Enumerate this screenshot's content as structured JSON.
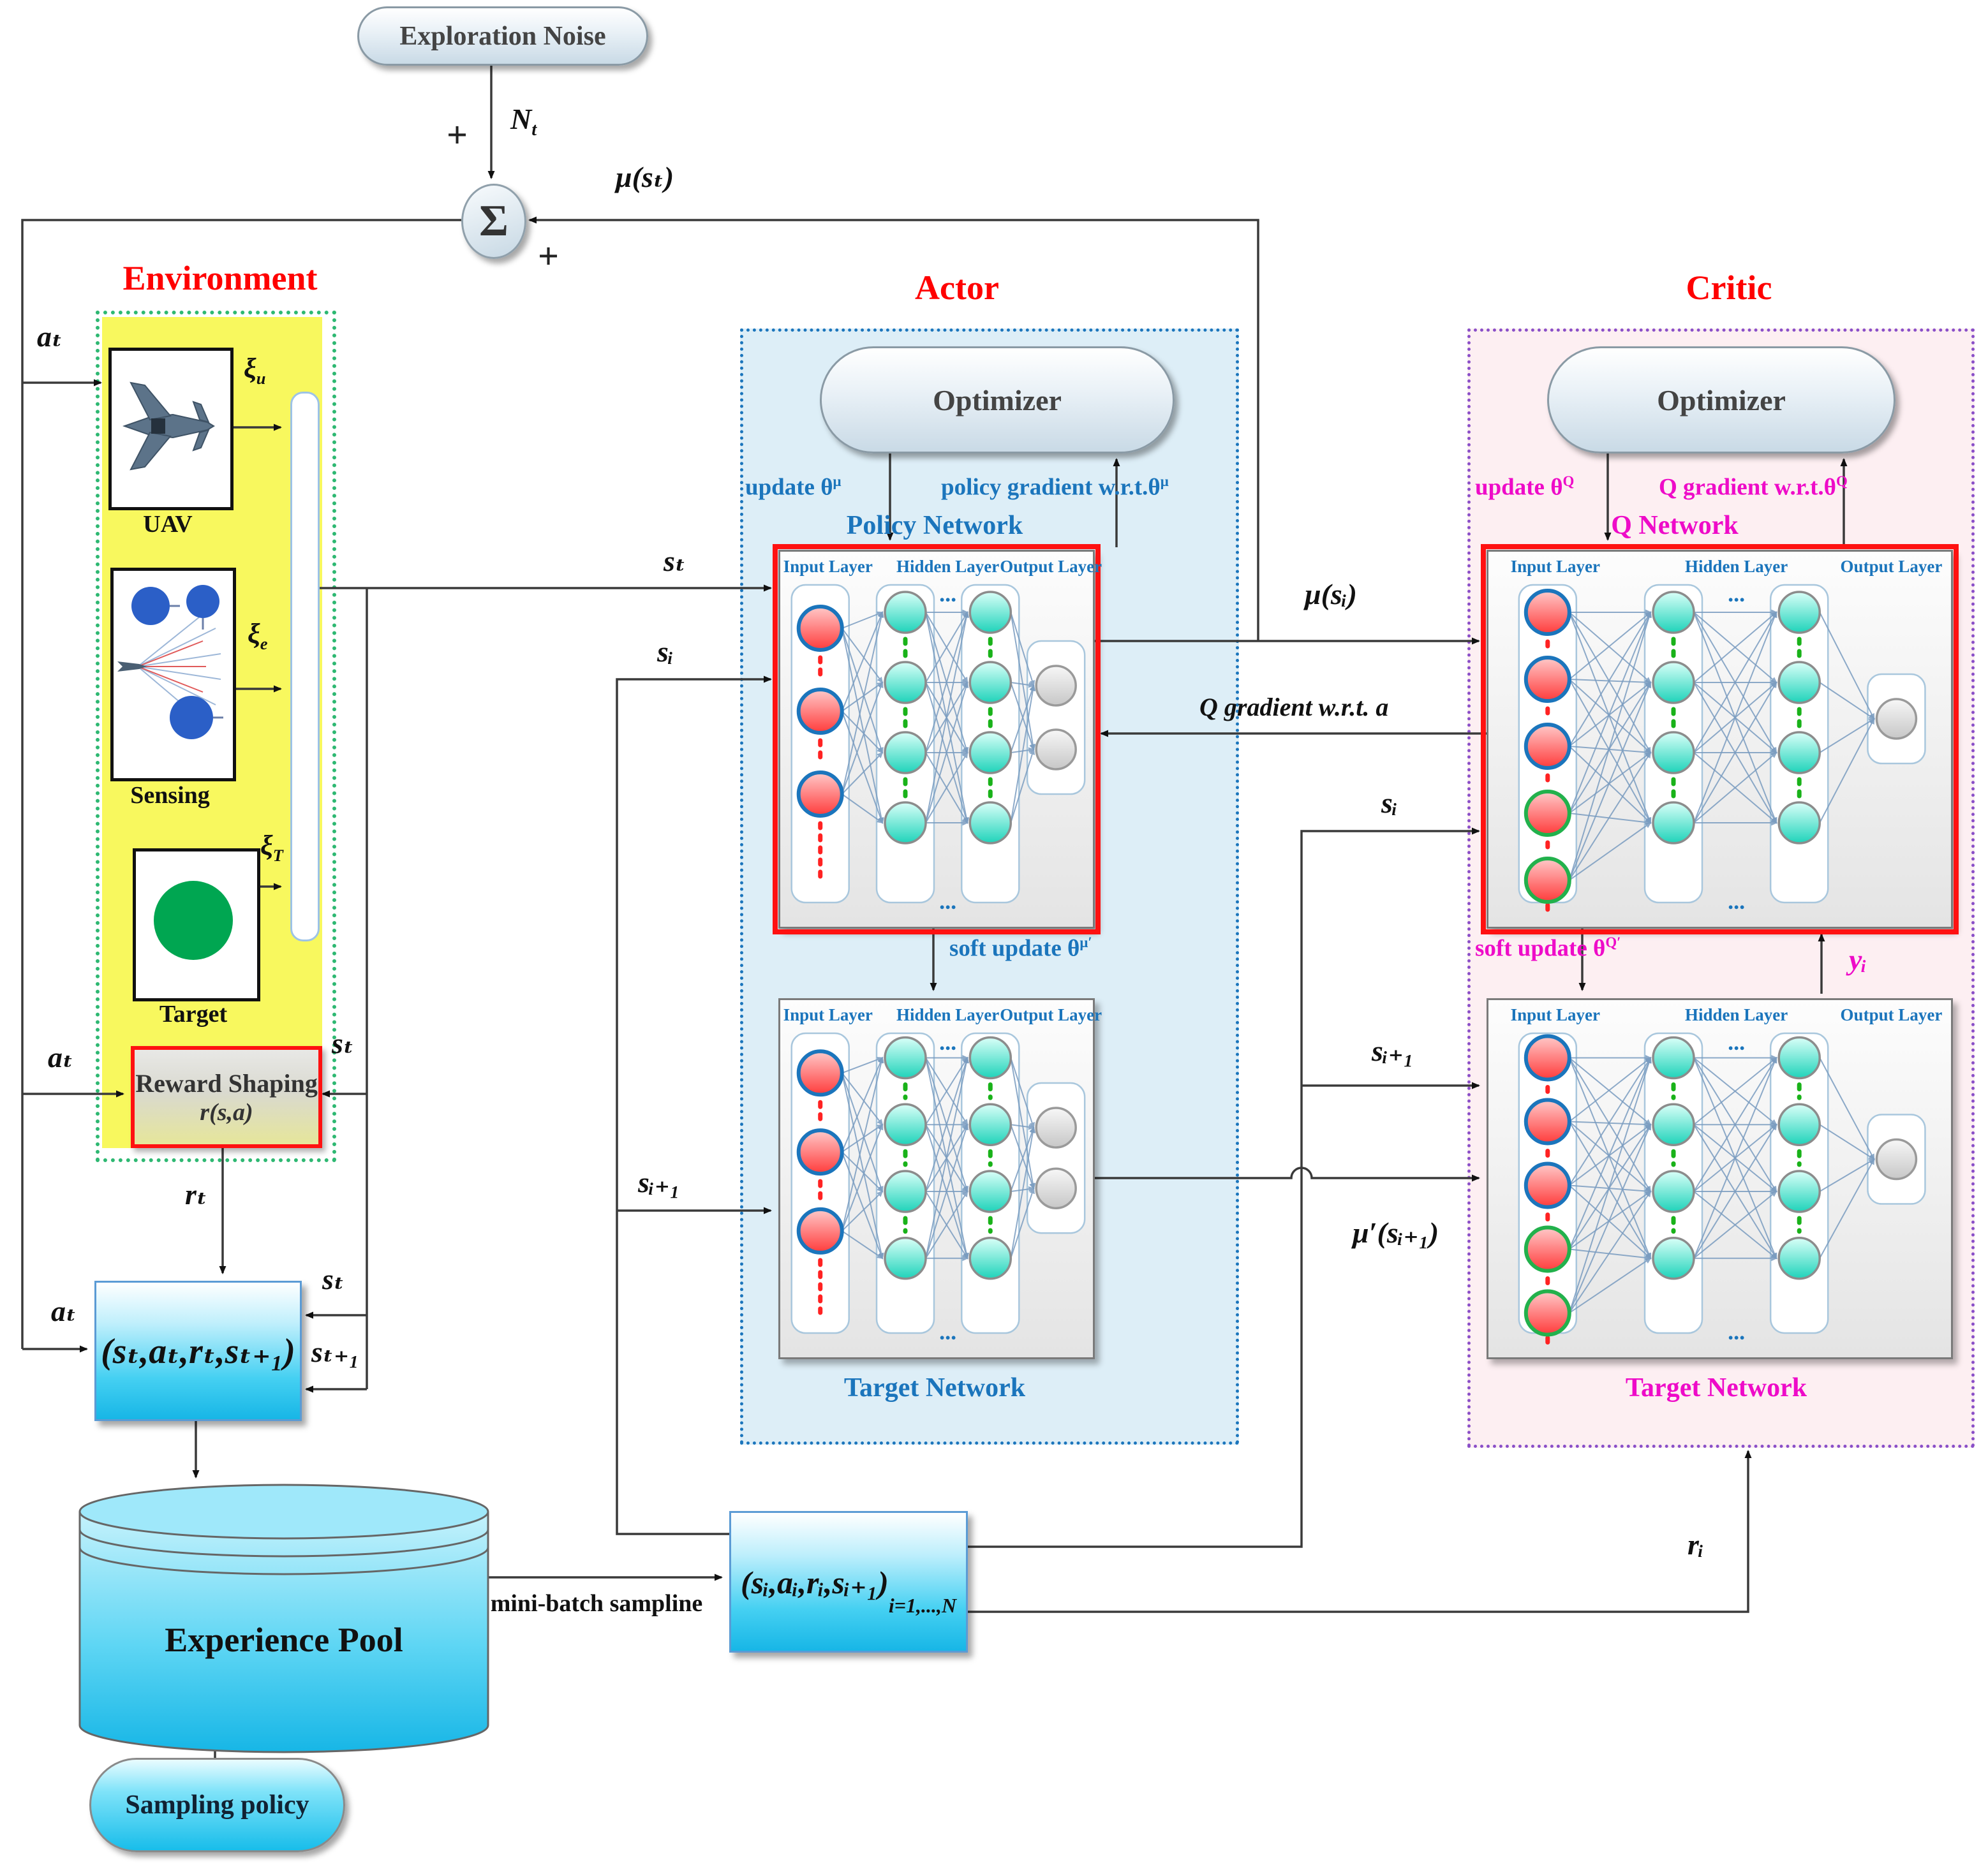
{
  "top": {
    "exploration_noise": "Exploration Noise",
    "plus_noise": "+",
    "noise": {
      "base": "N",
      "sub": "t"
    },
    "sum_symbol": "Σ",
    "plus_mu": "+",
    "mu_st": "μ(sₜ)"
  },
  "environment": {
    "title": "Environment",
    "items": [
      {
        "label": "UAV",
        "signal": {
          "base": "ξ",
          "sub": "u"
        }
      },
      {
        "label": "Sensing",
        "signal": {
          "base": "ξ",
          "sub": "e"
        }
      },
      {
        "label": "Target",
        "signal": {
          "base": "ξ",
          "sub": "T"
        }
      }
    ],
    "reward_shaping": {
      "line1": "Reward Shaping",
      "line2": "r(s,a)"
    }
  },
  "actor": {
    "title": "Actor",
    "optimizer": "Optimizer",
    "update": {
      "pre": "update θ",
      "sup": "μ"
    },
    "gradient": {
      "pre": "policy gradient w.r.t.θ",
      "sup": "μ"
    },
    "policy_network": "Policy Network",
    "soft_update": {
      "pre": "soft update θ",
      "sup": "μ′"
    },
    "target_network": "Target Network"
  },
  "critic": {
    "title": "Critic",
    "optimizer": "Optimizer",
    "update": {
      "pre": "update θ",
      "sup": "Q"
    },
    "gradient": {
      "pre": "Q gradient w.r.t.θ",
      "sup": "Q"
    },
    "q_network": "Q Network",
    "soft_update": {
      "pre": "soft update θ",
      "sup": "Q′"
    },
    "target_network": "Target Network",
    "y_i": "yᵢ"
  },
  "edges": {
    "a_t": "aₜ",
    "s_t": "sₜ",
    "s_t1": "sₜ₊₁",
    "s_i": "sᵢ",
    "s_i1": "sᵢ₊₁",
    "r_t": "rₜ",
    "r_i": "rᵢ",
    "mu_si": "μ(sᵢ)",
    "mu_prime_si1": "μ′(sᵢ₊₁)",
    "q_grad_a": "Q gradient w.r.t. a"
  },
  "bottom": {
    "transition": "(sₜ,aₜ,rₜ,sₜ₊₁)",
    "experience_pool": "Experience Pool",
    "sampling_policy": "Sampling policy",
    "minibatch_label": "mini-batch sampline",
    "batch": {
      "main": "(sᵢ,aᵢ,rᵢ,sᵢ₊₁)",
      "sub": "i=1,...,N"
    }
  },
  "networks": {
    "layer_labels": [
      "Input Layer",
      "Hidden Layer",
      "Output Layer"
    ],
    "ellipsis": "...",
    "instances": [
      {
        "id": "actor_policy",
        "inputs": [
          "blue",
          "blue",
          "blue"
        ],
        "hidden": [
          4,
          4
        ],
        "outputs": 2,
        "red": true
      },
      {
        "id": "actor_target",
        "inputs": [
          "blue",
          "blue",
          "blue"
        ],
        "hidden": [
          4,
          4
        ],
        "outputs": 2,
        "red": false
      },
      {
        "id": "critic_q",
        "inputs": [
          "blue",
          "blue",
          "blue",
          "green",
          "green"
        ],
        "hidden": [
          4,
          4
        ],
        "outputs": 1,
        "red": true
      },
      {
        "id": "critic_target",
        "inputs": [
          "blue",
          "blue",
          "blue",
          "green",
          "green"
        ],
        "hidden": [
          4,
          4
        ],
        "outputs": 1,
        "red": false
      }
    ],
    "colors": {
      "input_fill_top": "#ffc9c9",
      "input_fill_bot": "#ff3b3b",
      "hidden_fill_top": "#d9fff8",
      "hidden_fill_bot": "#1fd3ba",
      "output_fill_top": "#f7f7f7",
      "output_fill_bot": "#c7c7c7",
      "ring_blue": "#1b75bc",
      "ring_green": "#22b14c",
      "link": "#7a9cc0",
      "dots_input": "#ff2222",
      "dots_hidden": "#19b219"
    }
  },
  "palette": {
    "section_title": "#ff0000",
    "env_fill": "#f8f85e",
    "env_border": "#2eb872",
    "actor_fill": "#ddeef7",
    "actor_border": "#1b75bc",
    "critic_fill": "#fdeff2",
    "critic_border": "#8a4fc8",
    "actor_text": "#1b75bc",
    "critic_text": "#ee0bc8",
    "wire": "#3a3a3a"
  }
}
